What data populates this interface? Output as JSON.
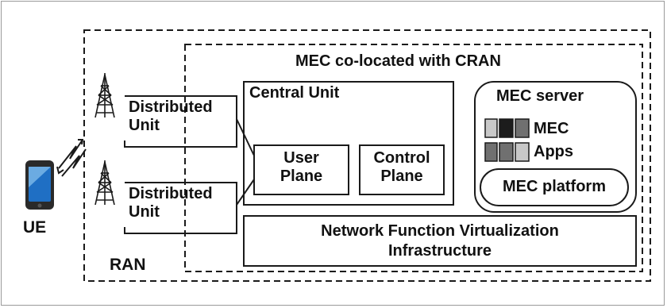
{
  "diagram": {
    "title": "MEC co-located with CRAN",
    "ran_label": "RAN",
    "ue_label": "UE",
    "distributed_unit_top": [
      "Distributed",
      "Unit"
    ],
    "distributed_unit_bottom": [
      "Distributed",
      "Unit"
    ],
    "central_unit_label": "Central Unit",
    "user_plane": [
      "User",
      "Plane"
    ],
    "control_plane": [
      "Control",
      "Plane"
    ],
    "mec_server_label": "MEC server",
    "mec_apps": [
      "MEC",
      "Apps"
    ],
    "mec_platform_label": "MEC platform",
    "nfvi": [
      "Network Function Virtualization",
      "Infrastructure"
    ]
  },
  "colors": {
    "line": "#1a1a1a",
    "app_light": "#c8c8c8",
    "app_dark": "#1c1c1c",
    "app_mid": "#707070",
    "phone_blue": "#1f6fc4"
  }
}
